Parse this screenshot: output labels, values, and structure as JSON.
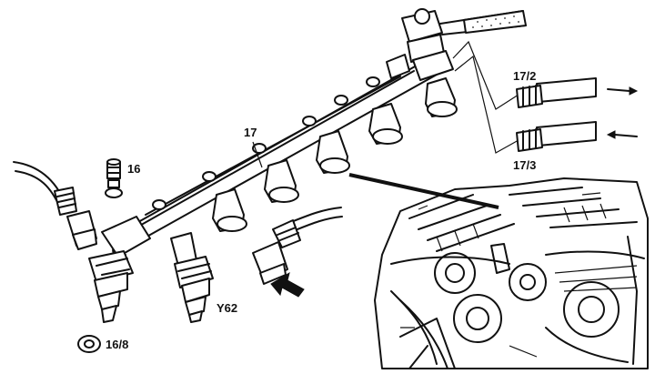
{
  "labels": {
    "fuel_rail": "17",
    "supply_line": "17/2",
    "return_line": "17/3",
    "bolt": "16",
    "seal_ring": "16/8",
    "injector": "Y62"
  },
  "colors": {
    "ink": "#111111",
    "paper": "#ffffff"
  },
  "icons": [
    "arrow-right-icon",
    "arrow-left-icon",
    "pointer-arrow-icon"
  ]
}
